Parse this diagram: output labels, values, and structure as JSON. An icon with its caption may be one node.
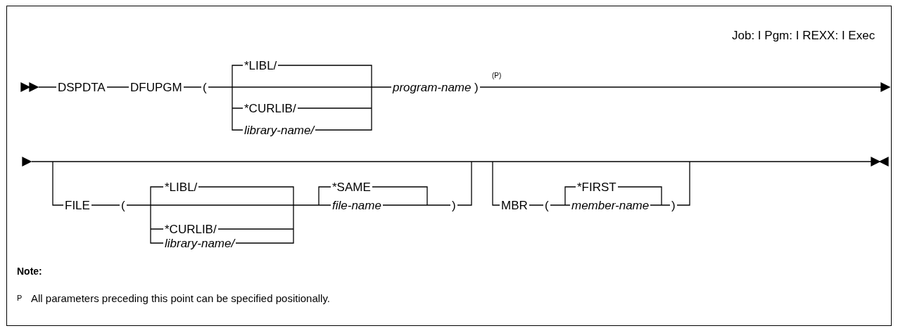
{
  "diagram": {
    "labels": [
      "Job: I  Pgm: I  REXX: I  Exec",
      "DSPDTA",
      "DFUPGM",
      "(",
      "*LIBL/",
      "program-name",
      ")",
      "(P)",
      "*CURLIB/",
      "library-name/",
      "FILE",
      "(",
      "*LIBL/",
      "*SAME",
      "file-name",
      ")",
      "MBR",
      "(",
      "*FIRST",
      "member-name",
      ")",
      "*CURLIB/",
      "library-name/",
      "Note:",
      "P",
      "All parameters preceding this point can be specified positionally."
    ]
  }
}
